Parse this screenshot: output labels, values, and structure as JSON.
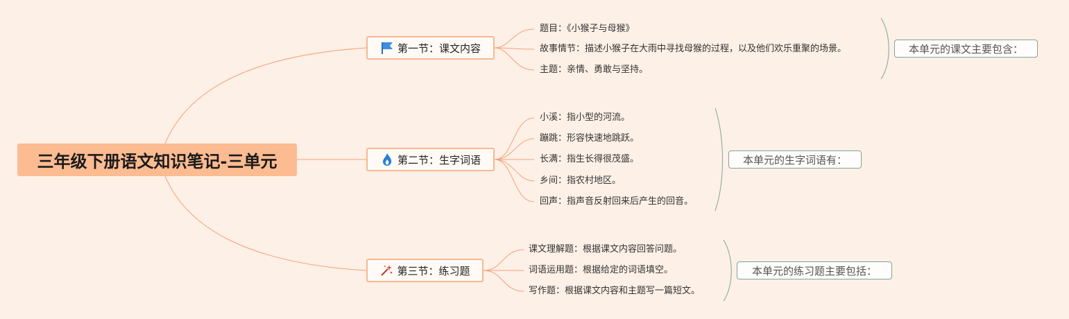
{
  "root": {
    "title": "三年级下册语文知识笔记-三单元"
  },
  "sections": [
    {
      "title": "第一节：课文内容",
      "icon": "blue-flag-icon",
      "items": [
        "题目：《小猴子与母猴》",
        "故事情节：描述小猴子在大雨中寻找母猴的过程，以及他们欢乐重聚的场景。",
        "主题：亲情、勇敢与坚持。"
      ],
      "summary": "本单元的课文主要包含："
    },
    {
      "title": "第二节：生字词语",
      "icon": "blue-flame-icon",
      "items": [
        "小溪：指小型的河流。",
        "蹦跳：形容快速地跳跃。",
        "长满：指生长得很茂盛。",
        "乡间：指农村地区。",
        "回声：指声音反射回来后产生的回音。"
      ],
      "summary": "本单元的生字词语有："
    },
    {
      "title": "第三节：练习题",
      "icon": "sparkle-wand-icon",
      "items": [
        "课文理解题：根据课文内容回答问题。",
        "词语运用题：根据给定的词语填空。",
        "写作题：根据课文内容和主题写一篇短文。"
      ],
      "summary": "本单元的练习题主要包括："
    }
  ],
  "colors": {
    "background": "#fdf0e6",
    "root_fill": "#fcbb91",
    "branch_border": "#f6b890",
    "connector": "#f4a07a",
    "summary_border": "#7fa39a"
  }
}
